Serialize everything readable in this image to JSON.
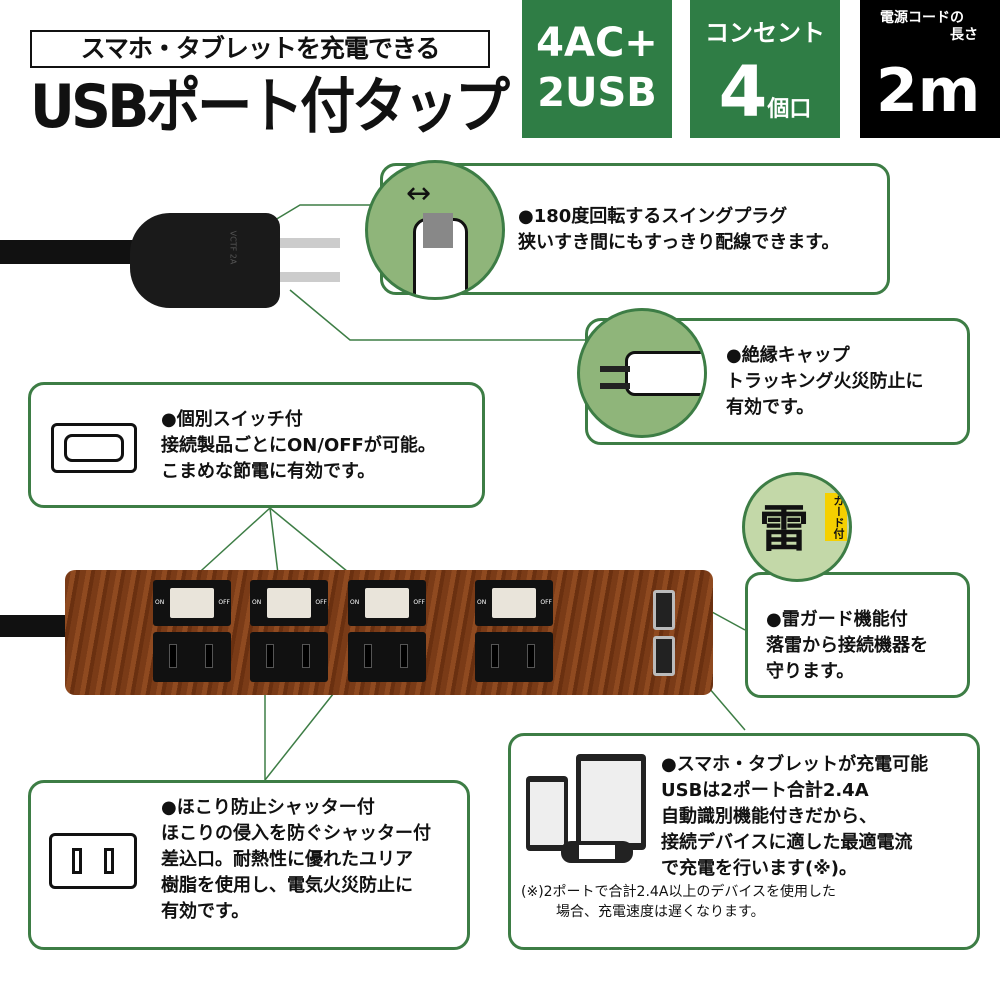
{
  "header": {
    "tagline": "スマホ・タブレットを充電できる",
    "title": "USBポート付タップ",
    "badges": [
      {
        "line1": "4AC+",
        "line2": "2USB",
        "color": "#2f7d45"
      },
      {
        "line1": "コンセント",
        "big": "4",
        "unit": "個口",
        "color": "#2f7d45"
      },
      {
        "label1": "電源コードの",
        "label2": "長さ",
        "big": "2m",
        "color": "#000000"
      }
    ]
  },
  "features": {
    "swing_plug": {
      "line1": "●180度回転するスイングプラグ",
      "line2": "狭いすき間にもすっきり配線できます。"
    },
    "insulation_cap": {
      "line1": "●絶縁キャップ",
      "line2": "トラッキング火災防止に",
      "line3": "有効です。"
    },
    "individual_switch": {
      "line1": "●個別スイッチ付",
      "line2": "接続製品ごとにON/OFFが可能。",
      "line3": "こまめな節電に有効です。"
    },
    "lightning_guard": {
      "badge_kanji": "雷",
      "badge_text": "ガード付",
      "line1": "●雷ガード機能付",
      "line2": "落雷から接続機器を",
      "line3": "守ります。"
    },
    "dust_shutter": {
      "line1": "●ほこり防止シャッター付",
      "line2": "ほこりの侵入を防ぐシャッター付",
      "line3": "差込口。耐熱性に優れたユリア",
      "line4": "樹脂を使用し、電気火災防止に",
      "line5": "有効です。"
    },
    "usb_charging": {
      "line1": "●スマホ・タブレットが充電可能",
      "line2": "USBは2ポート合計2.4A",
      "line3": "自動識別機能付きだから、",
      "line4": "接続デバイスに適した最適電流",
      "line5": "で充電を行います(※)。",
      "note1": "(※)2ポートで合計2.4A以上のデバイスを使用した",
      "note2": "場合、充電速度は遅くなります。"
    }
  },
  "product": {
    "switch_on": "ON",
    "switch_off": "OFF",
    "plug_marking": "VCTF 2A"
  },
  "colors": {
    "accent": "#2f7d45",
    "circle": "#8fb57a",
    "wood": "#7a3b17"
  }
}
